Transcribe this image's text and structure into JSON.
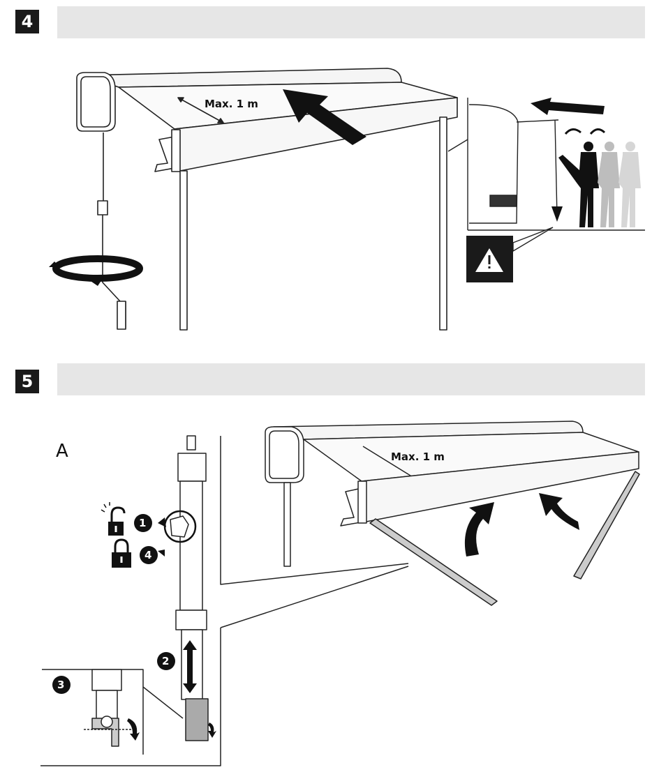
{
  "steps": [
    {
      "number": "4"
    },
    {
      "number": "5"
    }
  ],
  "step4": {
    "measure_label": "Max. 1 m"
  },
  "step5": {
    "detail_label": "A",
    "measure_label": "Max. 1 m",
    "callouts": [
      "1",
      "2",
      "3",
      "4"
    ]
  },
  "icons": [
    "warning-icon",
    "unlock-icon",
    "lock-icon",
    "rotate-arrow-icon",
    "crank-handle",
    "person-silhouette"
  ]
}
